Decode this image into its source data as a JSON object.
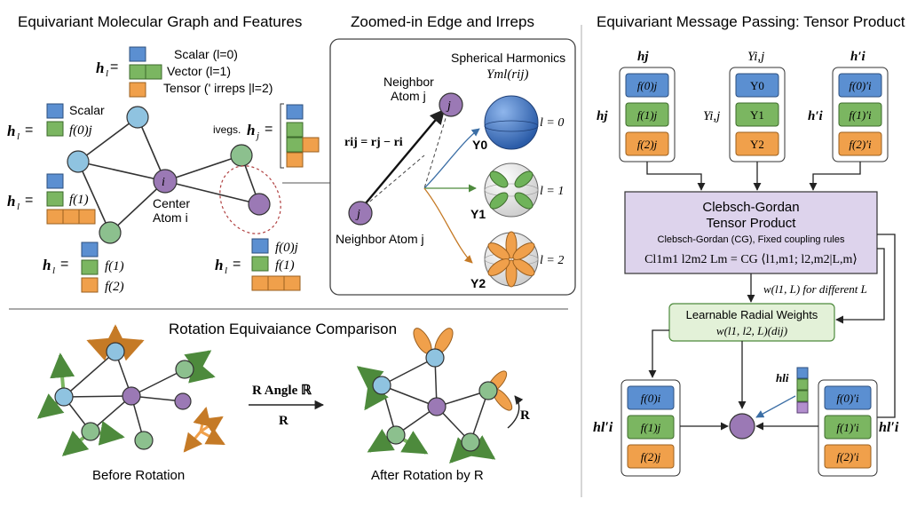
{
  "panels": {
    "graph_title": "Equivariant Molecular Graph and Features",
    "zoom_title": "Zoomed-in Edge and Irreps",
    "mp_title": "Equivariant Message Passing: Tensor Product",
    "rot_title": "Rotation Equivaiance Comparison"
  },
  "graph": {
    "legend_h": "h",
    "legend_h_sub": "l",
    "legend_scalar": "Scalar (l=0)",
    "legend_vector": "Vector (l=1)",
    "legend_tensor": "Tensor (' irreps |l=2)",
    "left_h": "h",
    "left_h_sub": "l",
    "scalar_label": "Scalar",
    "f0j": "f(0)j",
    "f1": "f(1)",
    "f2": "f(2)",
    "center_i": "i",
    "center_label_1": "Center",
    "center_label_2": "Atom i",
    "ivegs": "ivegs.",
    "hj": "h",
    "hj_sub": "j",
    "hl_bottom_right": "h",
    "hl_bottom_right_sub": "l",
    "f0j_br": "f(0)j",
    "f1_br": "f(1)"
  },
  "zoom": {
    "neighbor_top_1": "Neighbor",
    "neighbor_top_2": "Atom j",
    "j_label": "j",
    "rij_eq": "rij = rj − ri",
    "neighbor_bottom": "Neighbor Atom j",
    "sh_title": "Spherical Harmonics",
    "sh_formula": "Yml(rij)",
    "y0": "Y0",
    "y1": "Y1",
    "y2": "Y2",
    "l0": "l = 0",
    "l1": "l = 1",
    "l2": "l = 2"
  },
  "mp": {
    "col_hj": "hj",
    "col_yij": "Yi,j",
    "col_hi": "h′i",
    "side_hj": "hj",
    "side_yij": "Yi,j",
    "side_hi": "h′i",
    "hj_items": [
      "f(0)j",
      "f(1)j",
      "f(2)j"
    ],
    "y_items": [
      "Y0",
      "Y1",
      "Y2"
    ],
    "hi_items": [
      "f(0)′i",
      "f(1)′i",
      "f(2)′i"
    ],
    "cg_title_1": "Clebsch-Gordan",
    "cg_title_2": "Tensor Product",
    "cg_sub": "Clebsch-Gordan (CG), Fixed coupling rules",
    "cg_formula": "Cl1m1 l2m2 Lm = CG ⟨l1,m1; l2,m2|L,m⟩",
    "w_label": "w(l1, L) for different L",
    "radial_1": "Learnable Radial Weights",
    "radial_2": "w(l1, l2, L)(dij)",
    "bottom_left_items": [
      "f(0)i",
      "f(1)j",
      "f(2)j"
    ],
    "bottom_right_items": [
      "f(0)′i",
      "f(1)′i",
      "f(2)′i"
    ],
    "out_left": "hl′i",
    "out_right": "hl′i",
    "hli": "hli"
  },
  "rotation": {
    "arrow_label_1": "R Angle ℝ",
    "arrow_label_2": "R",
    "before": "Before Rotation",
    "after": "After Rotation by R",
    "r_mark": "R"
  },
  "colors": {
    "scalar": "#5b8fd1",
    "vector": "#7bb661",
    "tensor": "#f0a04b",
    "atom": "#8fc3e0",
    "center": "#9b79b5",
    "green_atom": "#8cc08e",
    "cg_box": "#ddd3ec",
    "radial_box": "#e3f1d8"
  }
}
